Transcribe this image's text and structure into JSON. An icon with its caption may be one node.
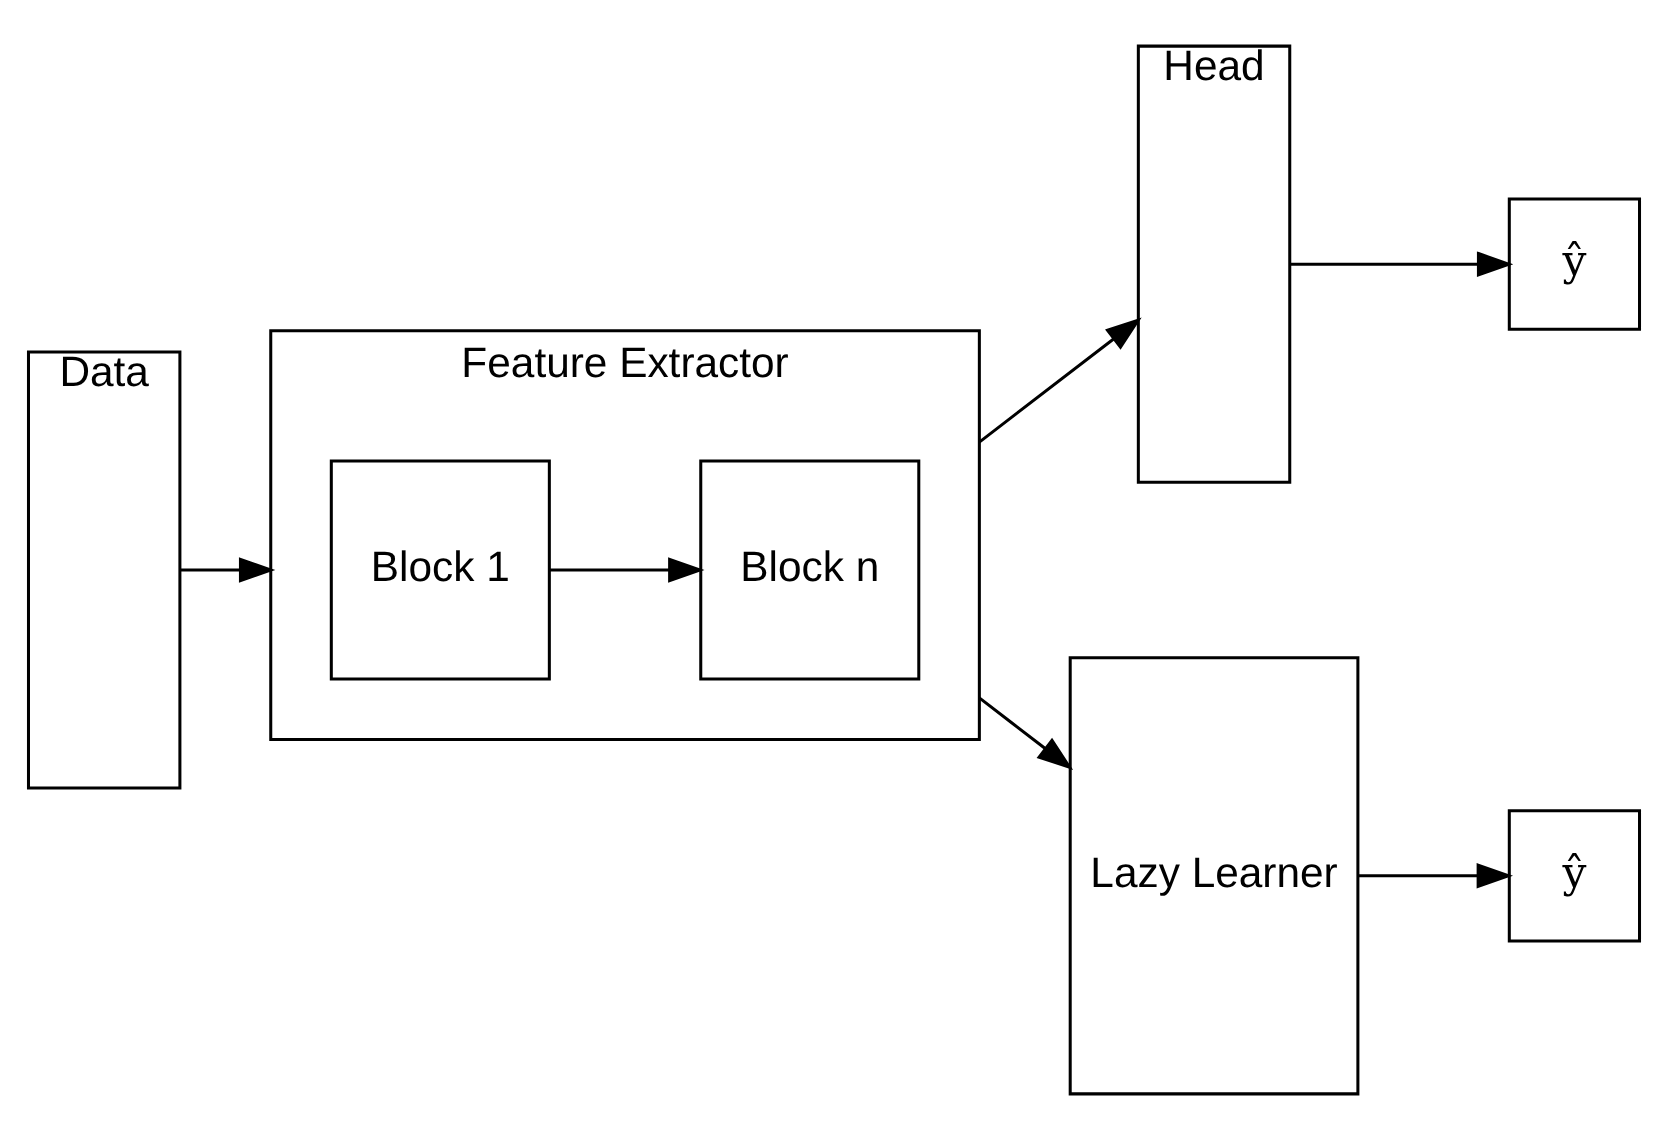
{
  "diagram": {
    "nodes": [
      {
        "text": [
          "Data"
        ]
      },
      {
        "text": [
          "Feature Extractor"
        ]
      },
      {
        "text": [
          "Block 1"
        ],
        "in": 1
      },
      {
        "text": [
          "Block n"
        ],
        "in": 1
      },
      {
        "text": [
          "Head"
        ]
      },
      {
        "text": [
          "ŷ"
        ]
      },
      {
        "text": [
          "Lazy Learner"
        ]
      },
      {
        "text": [
          "ŷ"
        ]
      }
    ],
    "edges": [
      {
        "from": 0,
        "to": 1,
        "arrow": "to"
      },
      {
        "from": 2,
        "to": 3,
        "arrow": "to"
      },
      {
        "from": 1,
        "to": 4,
        "arrow": "to"
      },
      {
        "from": 1,
        "to": 6,
        "arrow": "to"
      },
      {
        "from": 4,
        "to": 5,
        "arrow": "to"
      },
      {
        "from": 6,
        "to": 7,
        "arrow": "to"
      }
    ]
  }
}
